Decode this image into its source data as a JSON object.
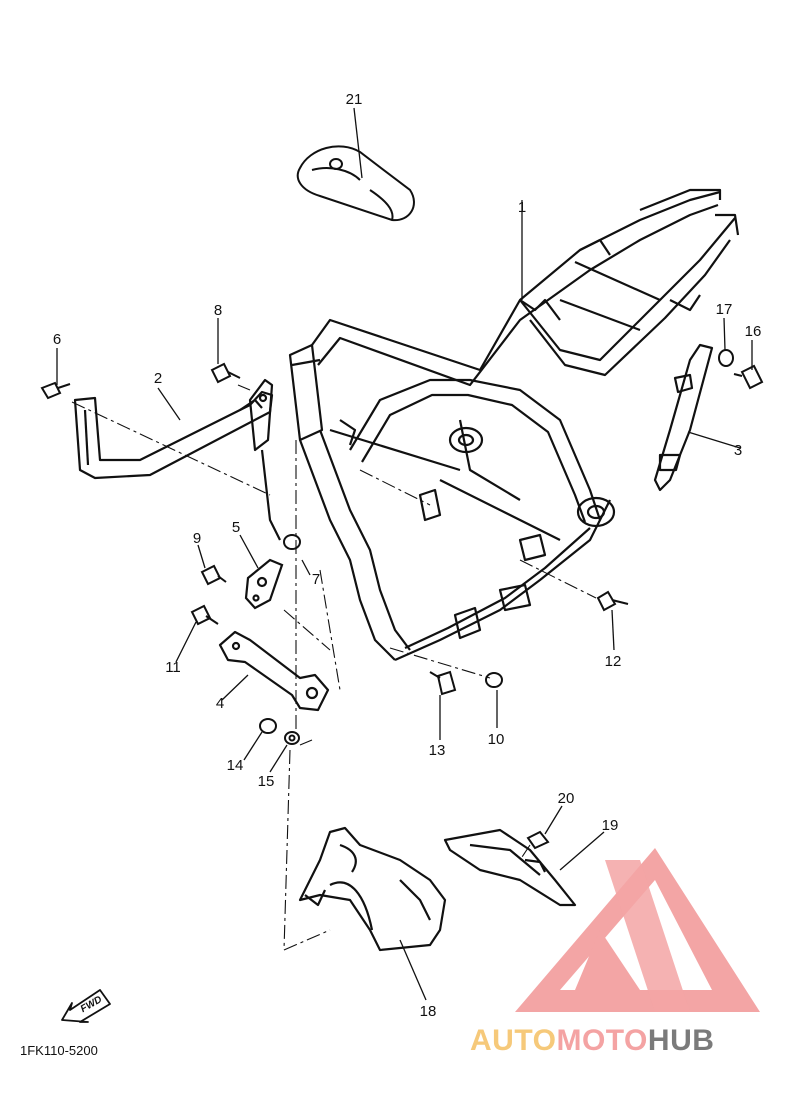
{
  "diagram": {
    "part_code": "1FK110-5200",
    "fwd_label": "FWD",
    "callouts": [
      "1",
      "2",
      "3",
      "4",
      "5",
      "6",
      "7",
      "8",
      "9",
      "10",
      "11",
      "12",
      "13",
      "14",
      "15",
      "16",
      "17",
      "18",
      "19",
      "20",
      "21"
    ]
  },
  "watermark": {
    "part1": "AUTO",
    "part2": "MOTO",
    "part3": "HUB",
    "colors": {
      "auto": "#f6c97a",
      "moto": "#f4a3a3",
      "hub": "#7a7a7a",
      "logo": "#f3a5a5"
    }
  }
}
